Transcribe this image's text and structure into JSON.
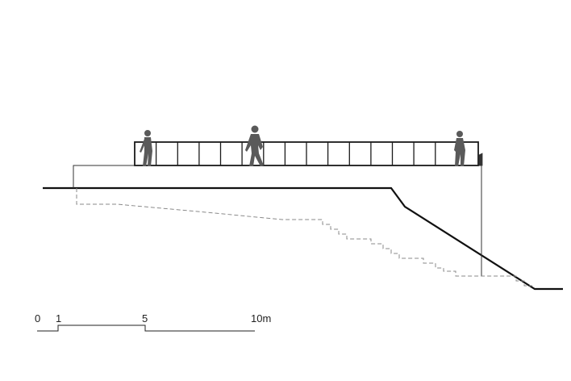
{
  "drawing": {
    "type": "architectural-section",
    "colors": {
      "ground_line": "#111111",
      "structure_line": "#333333",
      "hidden_line": "#8a8a8a",
      "railing": "#1a1a1a",
      "figures": "#5a5a5a",
      "background": "#ffffff"
    },
    "figures_count": 3
  },
  "scale_bar": {
    "unit": "m",
    "labels": [
      "0",
      "1",
      "5",
      "10m"
    ]
  }
}
